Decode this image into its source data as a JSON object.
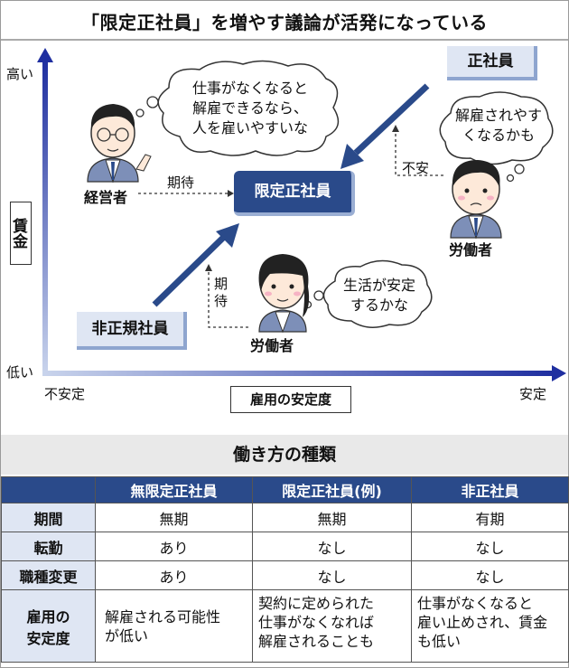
{
  "title": "「限定正社員」を増やす議論が活発になっている",
  "axes": {
    "y_high": "高い",
    "y_low": "低い",
    "y_label": "賃金",
    "x_low": "不安定",
    "x_high": "安定",
    "x_label": "雇用の安定度"
  },
  "boxes": {
    "seishain": "正社員",
    "gentei": "限定正社員",
    "hiseiki": "非正規社員"
  },
  "people": {
    "manager": "経営者",
    "worker_right": "労働者",
    "worker_bottom": "労働者"
  },
  "bubbles": {
    "manager": [
      "仕事がなくなると",
      "解雇できるなら、",
      "人を雇いやすいな"
    ],
    "worker_right": [
      "解雇されやす",
      "くなるかも"
    ],
    "worker_bottom": [
      "生活が安定",
      "するかな"
    ]
  },
  "labels": {
    "kitai_h": "期待",
    "kitai_v": [
      "期",
      "待"
    ],
    "fuan": "不安"
  },
  "colors": {
    "navy": "#2a4a8a",
    "light_blue": "#dfe6f3"
  },
  "table": {
    "heading": "働き方の種類",
    "columns": [
      "無限定正社員",
      "限定正社員(例)",
      "非正社員"
    ],
    "rows": [
      {
        "label": "期間",
        "cells": [
          "無期",
          "無期",
          "有期"
        ]
      },
      {
        "label": "転勤",
        "cells": [
          "あり",
          "なし",
          "なし"
        ]
      },
      {
        "label": "職種変更",
        "cells": [
          "あり",
          "なし",
          "なし"
        ]
      },
      {
        "label": [
          "雇用の",
          "安定度"
        ],
        "cells": [
          [
            "解雇される可能性",
            "が低い"
          ],
          [
            "契約に定められた",
            "仕事がなくなれば",
            "解雇されることも"
          ],
          [
            "仕事がなくなると",
            "雇い止めされ、賃金",
            "も低い"
          ]
        ]
      }
    ]
  }
}
